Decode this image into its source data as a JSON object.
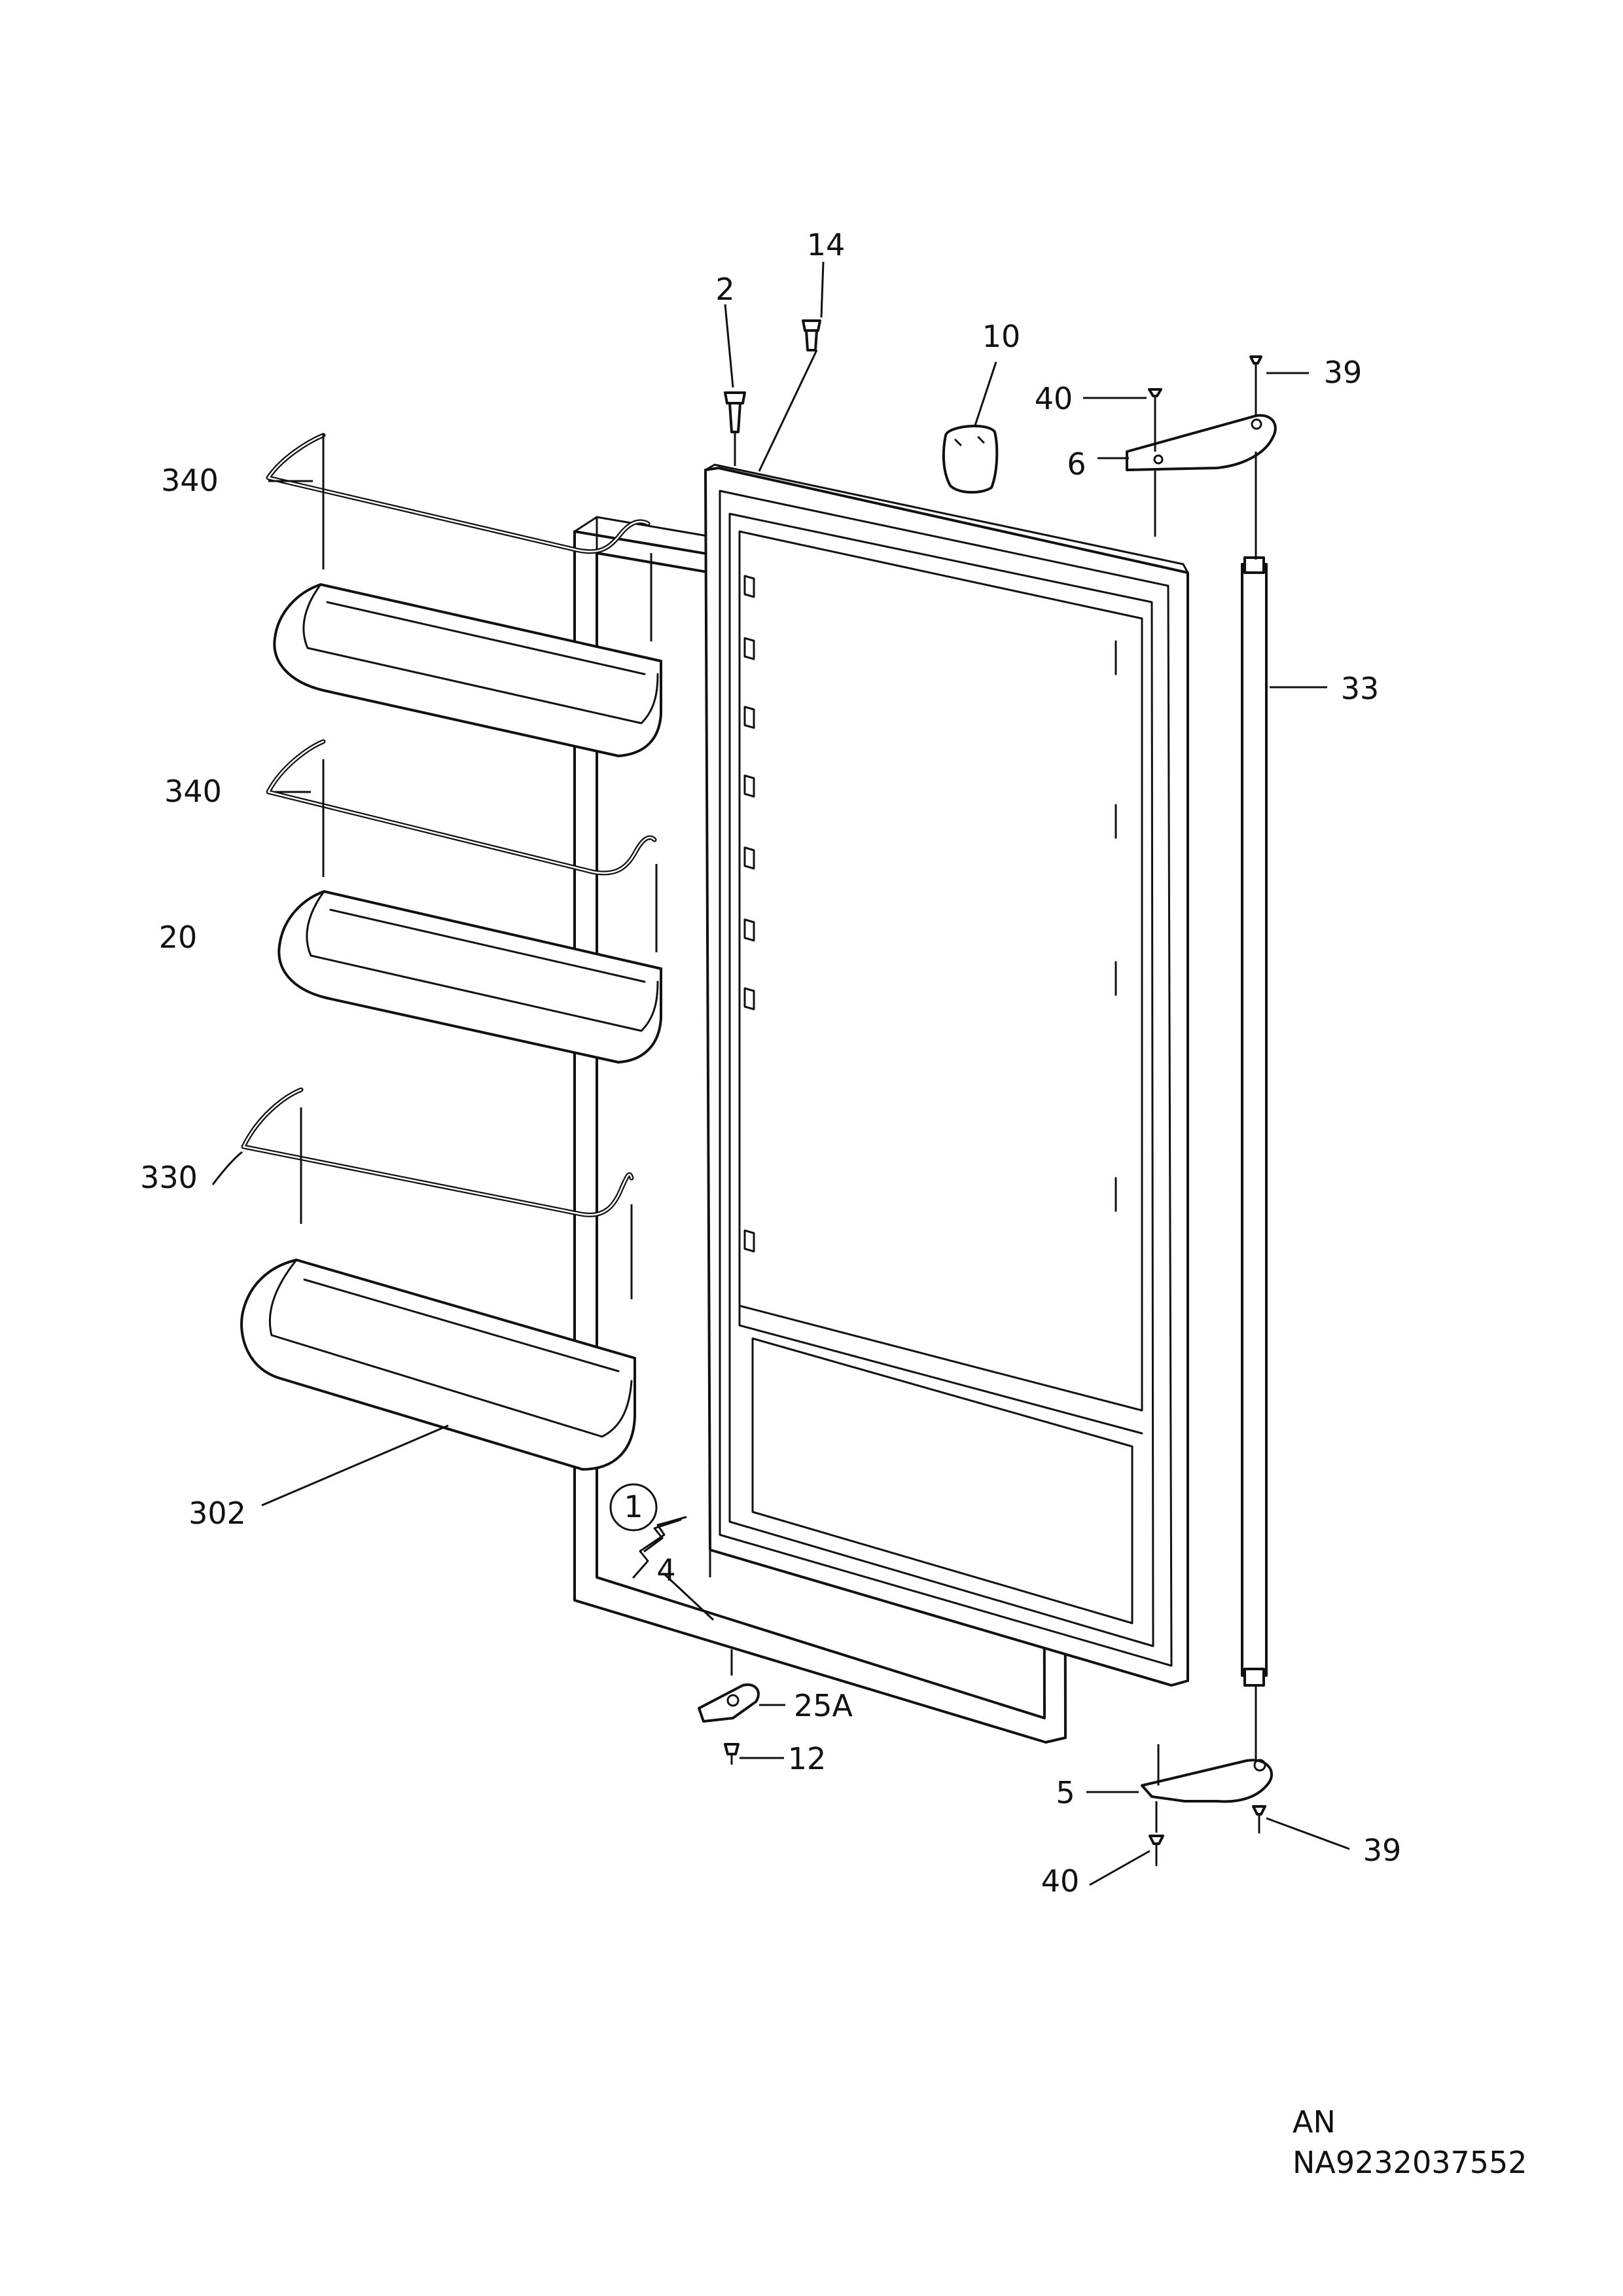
{
  "labels": {
    "l14": "14",
    "l2": "2",
    "l10": "10",
    "l40_top": "40",
    "l39_top": "39",
    "l6": "6",
    "l340_a": "340",
    "l33": "33",
    "l340_b": "340",
    "l20": "20",
    "l330": "330",
    "l302": "302",
    "l1": "1",
    "l4": "4",
    "l25A": "25A",
    "l12": "12",
    "l5": "5",
    "l39_bottom": "39",
    "l40_bottom": "40"
  },
  "footer": {
    "code1": "AN",
    "code2": "NA9232037552"
  }
}
